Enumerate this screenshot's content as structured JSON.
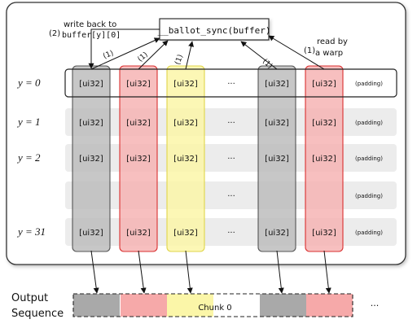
{
  "ballot": {
    "call": "__ballot_sync(buffer)"
  },
  "annotations": {
    "writeback_step": "(2)",
    "writeback_line1": "write back to",
    "writeback_code": "buffer[y][0]",
    "read_step": "(1)",
    "read_line1": "read by",
    "read_line2": "a warp",
    "arrow_step": "(1)"
  },
  "rows": [
    {
      "label": "y = 0",
      "cells": [
        "[ui32]",
        "[ui32]",
        "[ui32]",
        "···",
        "[ui32]",
        "[ui32]"
      ],
      "padding": "(padding)",
      "highlighted": true
    },
    {
      "label": "y = 1",
      "cells": [
        "[ui32]",
        "[ui32]",
        "[ui32]",
        "···",
        "[ui32]",
        "[ui32]"
      ],
      "padding": "(padding)"
    },
    {
      "label": "y = 2",
      "cells": [
        "[ui32]",
        "[ui32]",
        "[ui32]",
        "···",
        "[ui32]",
        "[ui32]"
      ],
      "padding": "(padding)"
    },
    {
      "label": "",
      "cells": [
        "",
        "",
        "",
        "···",
        "",
        ""
      ],
      "padding": "(padding)"
    },
    {
      "label": "y = 31",
      "cells": [
        "[ui32]",
        "[ui32]",
        "[ui32]",
        "···",
        "[ui32]",
        "[ui32]"
      ],
      "padding": "(padding)"
    }
  ],
  "columns": [
    {
      "name": "warp-column-1",
      "color": "#bdbdbd",
      "border": "#555555"
    },
    {
      "name": "warp-column-2",
      "color": "#f6b4b4",
      "border": "#d93030"
    },
    {
      "name": "warp-column-3",
      "color": "#fbf6a8",
      "border": "#e0d64a"
    },
    {
      "name": "warp-column-5",
      "color": "#bdbdbd",
      "border": "#555555"
    },
    {
      "name": "warp-column-6",
      "color": "#f6b4b4",
      "border": "#d93030"
    }
  ],
  "output": {
    "label_line1": "Output",
    "label_line2": "Sequence",
    "chunk_label": "Chunk 0",
    "ellipsis": "···",
    "segment_colors": [
      "#a9a9a9",
      "#f6a9a9",
      "#fbf6a8",
      "#ffffff",
      "#a9a9a9",
      "#f6a9a9"
    ]
  }
}
